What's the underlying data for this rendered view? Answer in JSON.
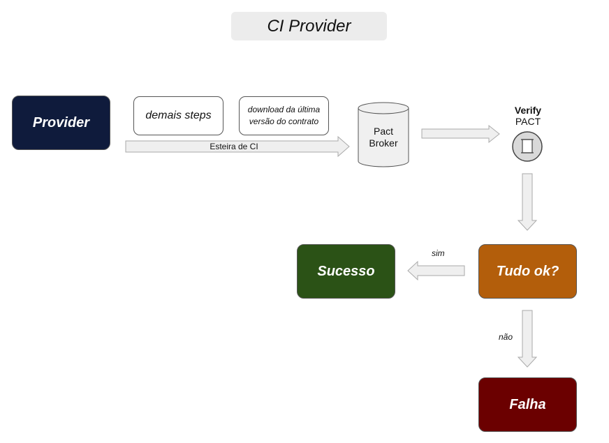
{
  "title": "CI Provider",
  "nodes": {
    "provider": "Provider",
    "step_demais": "demais steps",
    "step_download": "download da última versão do contrato",
    "broker_line1": "Pact",
    "broker_line2": "Broker",
    "verify_title": "Verify",
    "verify_sub": "PACT",
    "tudo_ok": "Tudo ok?",
    "sucesso": "Sucesso",
    "falha": "Falha"
  },
  "edges": {
    "esteira": "Esteira de CI",
    "sim": "sim",
    "nao": "não"
  },
  "colors": {
    "provider": "#0f1b3c",
    "sucesso": "#2b5216",
    "tudo_ok": "#b35e0b",
    "falha": "#6b0000",
    "arrow_fill": "#efefef"
  },
  "icons": {
    "verify": "scroll-icon"
  }
}
